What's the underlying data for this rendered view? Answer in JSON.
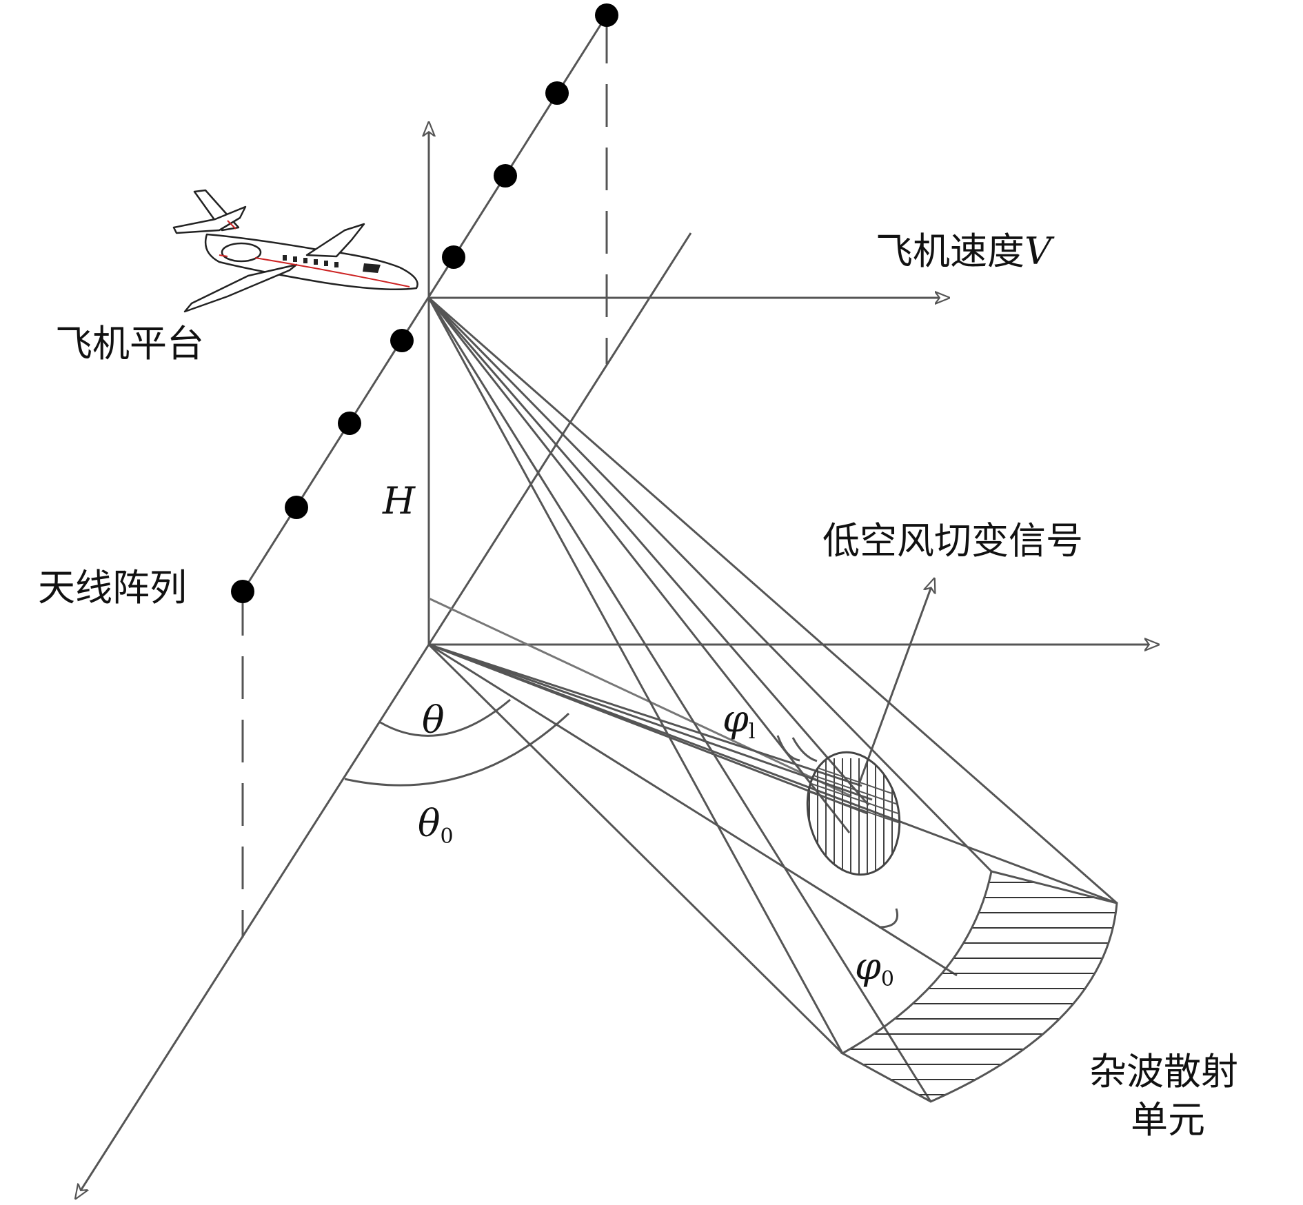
{
  "labels": {
    "aircraft_platform": "飞机平台",
    "aircraft_velocity": "飞机速度",
    "velocity_symbol": "V",
    "antenna_array": "天线阵列",
    "height": "H",
    "wind_shear_signal": "低空风切变信号",
    "theta": "θ",
    "theta0": "θ",
    "theta0_sub": "0",
    "phi_l": "φ",
    "phi_l_sub": "l",
    "phi0": "φ",
    "phi0_sub": "0",
    "clutter_cell_line1": "杂波散射",
    "clutter_cell_line2": "单元"
  },
  "icons": {
    "aircraft": "airplane-icon",
    "array_element": "antenna-element-icon"
  },
  "colors": {
    "line": "#555555",
    "dark_line": "#333333",
    "element": "#000000",
    "aircraft_stripe": "#cc2222"
  }
}
